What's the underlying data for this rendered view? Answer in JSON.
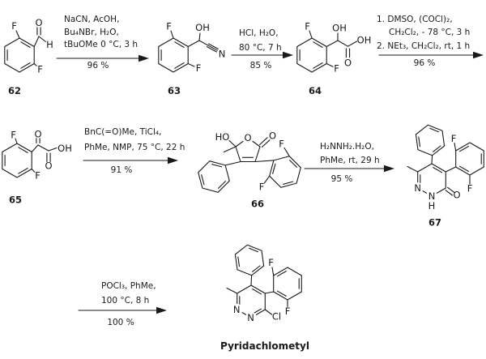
{
  "scheme": {
    "product_name": "Pyridachlometyl",
    "colors": {
      "ink": "#1a1a1a",
      "background": "#ffffff"
    },
    "steps": [
      {
        "reagents": [
          "NaCN, AcOH,",
          "Bu₄NBr, H₂O,",
          "tBuOMe 0 °C, 3 h"
        ],
        "yield": "96 %"
      },
      {
        "reagents": [
          "HCl, H₂O,",
          "80 °C, 7 h"
        ],
        "yield": "85 %"
      },
      {
        "reagents": [
          "1. DMSO, (COCl)₂,",
          "CH₂Cl₂, - 78 °C, 3 h",
          "2. NEt₃, CH₂Cl₂, rt, 1 h"
        ],
        "yield": "96 %"
      },
      {
        "reagents": [
          "BnC(=O)Me, TiCl₄,",
          "PhMe, NMP, 75 °C, 22 h"
        ],
        "yield": "91 %"
      },
      {
        "reagents": [
          "H₂NNH₂.H₂O,",
          "PhMe, rt, 29 h"
        ],
        "yield": "95 %"
      },
      {
        "reagents": [
          "POCl₃, PhMe,",
          "100 °C, 8 h"
        ],
        "yield": "100 %"
      }
    ],
    "compounds": {
      "c62": {
        "number": "62",
        "atoms": {
          "f_top": "F",
          "o": "O",
          "h": "H",
          "f_bottom": "F"
        }
      },
      "c63": {
        "number": "63",
        "atoms": {
          "f_top": "F",
          "oh": "OH",
          "n": "N",
          "f_bottom": "F"
        }
      },
      "c64": {
        "number": "64",
        "atoms": {
          "f_top": "F",
          "oh_top": "OH",
          "oh_side": "OH",
          "o": "O",
          "f_bottom": "F"
        }
      },
      "c65": {
        "number": "65",
        "atoms": {
          "f_top": "F",
          "o_top": "O",
          "oh": "OH",
          "o_bottom": "O",
          "f_bottom": "F"
        }
      },
      "c66": {
        "number": "66",
        "atoms": {
          "ho": "HO",
          "o_ring": "O",
          "o_carbonyl": "O",
          "f_top": "F",
          "f_bottom": "F"
        }
      },
      "c67": {
        "number": "67",
        "atoms": {
          "n1": "N",
          "n2": "N",
          "h": "H",
          "o": "O",
          "f_top": "F",
          "f_bottom": "F"
        }
      },
      "product": {
        "name": "Pyridachlometyl",
        "atoms": {
          "n1": "N",
          "n2": "N",
          "cl": "Cl",
          "f_top": "F",
          "f_bottom": "F"
        }
      }
    }
  }
}
